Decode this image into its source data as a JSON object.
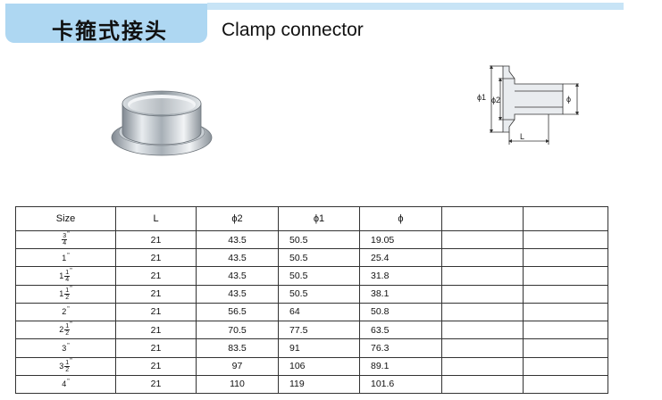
{
  "header": {
    "title_cn": "卡箍式接头",
    "title_en": "Clamp connector"
  },
  "drawing": {
    "phi1_label": "ϕ1",
    "phi2_label": "ϕ2",
    "phi_label": "ϕ",
    "length_label": "L"
  },
  "table": {
    "headers": [
      "Size",
      "L",
      "ϕ2",
      "ϕ1",
      "ϕ",
      "",
      ""
    ],
    "rows": [
      {
        "size": {
          "whole": "",
          "num": "3",
          "den": "4",
          "unit": "\""
        },
        "L": "21",
        "phi2": "43.5",
        "phi1": "50.5",
        "phi": "19.05"
      },
      {
        "size": {
          "whole": "1",
          "num": "",
          "den": "",
          "unit": "\""
        },
        "L": "21",
        "phi2": "43.5",
        "phi1": "50.5",
        "phi": "25.4"
      },
      {
        "size": {
          "whole": "1",
          "num": "1",
          "den": "4",
          "unit": "\""
        },
        "L": "21",
        "phi2": "43.5",
        "phi1": "50.5",
        "phi": "31.8"
      },
      {
        "size": {
          "whole": "1",
          "num": "1",
          "den": "2",
          "unit": "\""
        },
        "L": "21",
        "phi2": "43.5",
        "phi1": "50.5",
        "phi": "38.1"
      },
      {
        "size": {
          "whole": "2",
          "num": "",
          "den": "",
          "unit": "\""
        },
        "L": "21",
        "phi2": "56.5",
        "phi1": "64",
        "phi": "50.8"
      },
      {
        "size": {
          "whole": "2",
          "num": "1",
          "den": "2",
          "unit": "\""
        },
        "L": "21",
        "phi2": "70.5",
        "phi1": "77.5",
        "phi": "63.5"
      },
      {
        "size": {
          "whole": "3",
          "num": "",
          "den": "",
          "unit": "\""
        },
        "L": "21",
        "phi2": "83.5",
        "phi1": "91",
        "phi": "76.3"
      },
      {
        "size": {
          "whole": "3",
          "num": "1",
          "den": "2",
          "unit": "\""
        },
        "L": "21",
        "phi2": "97",
        "phi1": "106",
        "phi": "89.1"
      },
      {
        "size": {
          "whole": "4",
          "num": "",
          "den": "",
          "unit": "\""
        },
        "L": "21",
        "phi2": "110",
        "phi1": "119",
        "phi": "101.6"
      }
    ]
  }
}
